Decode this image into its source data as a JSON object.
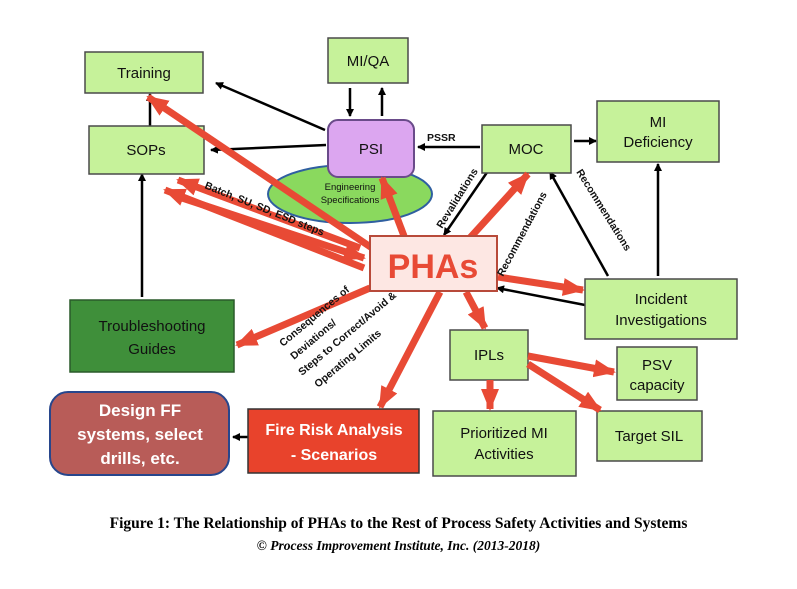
{
  "nodes": {
    "training": "Training",
    "miqa": "MI/QA",
    "sops": "SOPs",
    "psi": "PSI",
    "eng_spec_1": "Engineering",
    "eng_spec_2": "Specifications",
    "moc": "MOC",
    "mi_def_1": "MI",
    "mi_def_2": "Deficiency",
    "phas": "PHAs",
    "troubleshooting_1": "Troubleshooting",
    "troubleshooting_2": "Guides",
    "incident_1": "Incident",
    "incident_2": "Investigations",
    "ipls": "IPLs",
    "psv_1": "PSV",
    "psv_2": "capacity",
    "design_ff_1": "Design FF",
    "design_ff_2": "systems, select",
    "design_ff_3": "drills, etc.",
    "fire_risk_1": "Fire Risk Analysis",
    "fire_risk_2": "- Scenarios",
    "prioritized_1": "Prioritized MI",
    "prioritized_2": "Activities",
    "target_sil": "Target SIL"
  },
  "labels": {
    "pssr": "PSSR",
    "batch": "Batch, SU, SD, ESD steps",
    "revalidations": "Revalidations",
    "recommendations_1": "Recommendations",
    "recommendations_2": "Recommendations",
    "consequences_1": "Consequences of",
    "consequences_2": "Deviations/",
    "consequences_3": "Steps to Correct/Avoid &",
    "consequences_4": "Operating Limits"
  },
  "caption": {
    "title": "Figure 1:  The Relationship of PHAs to the Rest of Process Safety Activities and Systems",
    "copyright": "© Process Improvement Institute, Inc. (2013-2018)"
  },
  "colors": {
    "light_green": "#c6f29a",
    "dark_green": "#3f8f3a",
    "psi_purple": "#dca6f0",
    "ellipse_green": "#8ad95e",
    "red_arrow": "#e84a35",
    "design_brown": "#b85c58",
    "fire_red": "#e8432c"
  }
}
